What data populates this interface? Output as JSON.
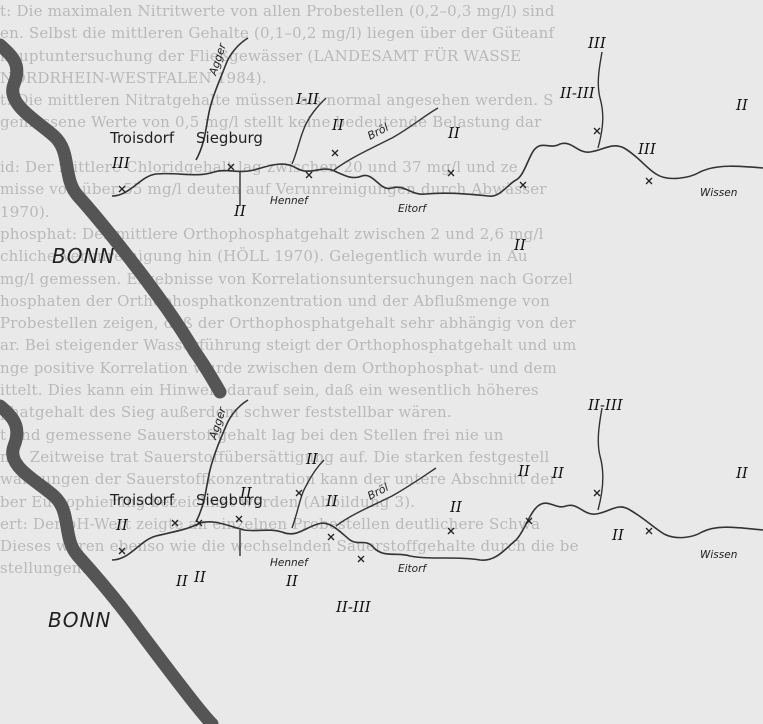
{
  "background_text": [
    "t: Die maximalen Nitritwerte von allen Probestellen (0,2–0,3 mg/l) sind",
    "en. Selbst die mittleren Gehalte (0,1–0,2 mg/l) liegen über der Güteanf",
    "nauptuntersuchung der Fließgewässer (LANDESAMT FÜR WASSE",
    "NORDRHEIN-WESTFALEN 1984).",
    "t: Die mittleren Nitratgehalte müssen als normal angesehen werden. S",
    "gemessene Werte von 0,5 mg/l stellt keine bedeutende Belastung dar",
    "",
    "id: Der mittlere Chloridgehalt lag zwischen 20 und 37 mg/l und ze",
    "misse von über 55 mg/l deuten auf Verunreinigungen durch Abwässer",
    "1970).",
    "phosphat: Der mittlere Orthophosphatgehalt zwischen 2 und 2,6 mg/l",
    "chliche Verunreinigung hin (HÖLL 1970). Gelegentlich wurde in Au",
    "mg/l gemessen. Ergebnisse von Korrelationsuntersuchungen nach Gorzel",
    "hosphaten der Orthophosphatkonzentration und der Abflußmenge von",
    "Probestellen zeigen, daß der Orthophosphatgehalt sehr abhängig von der",
    "ar. Bei steigender Wasserführung steigt der Orthophosphatgehalt und um",
    "nge positive Korrelation wurde zwischen dem Orthophosphat- und dem",
    "ittelt. Dies kann ein Hinweis darauf sein, daß ein wesentlich höheres",
    "phatgehalt des Sieg außerdem schwer feststellbar wären.",
    "t und gemessene Sauerstoffgehalt lag bei den Stellen frei nie un",
    "ng. Zeitweise trat Sauerstoffübersättigung auf. Die starken festgestell",
    "wankungen der Sauerstoffkonzentration kann der untere Abschnitt der",
    "ber Eutrophierung bezeichnet werden (Abbildung 3).",
    "ert: Der pH-Wert zeigte an einzelnen Probestellen deutlichere Schwa",
    "Dieses waren ebenso wie die wechselnden Sauerstoffgehalte durch die be",
    "stellungen."
  ],
  "maps": [
    {
      "city": "BONN",
      "places": {
        "left": "Troisdorf",
        "right": "Siegburg"
      },
      "towns": [
        "Hennef",
        "Eitorf",
        "Wissen"
      ],
      "rivers": [
        "Agger",
        "Bröl"
      ],
      "classes": [
        "III",
        "I-II",
        "II",
        "II",
        "II",
        "II",
        "II-III",
        "III",
        "III",
        "II"
      ]
    },
    {
      "city": "BONN",
      "places": {
        "left": "Troisdorf",
        "right": "Siegburg"
      },
      "towns": [
        "Hennef",
        "Eitorf",
        "Wissen"
      ],
      "rivers": [
        "Agger",
        "Bröl"
      ],
      "classes": [
        "II",
        "II",
        "II",
        "II",
        "II",
        "II",
        "II",
        "II-III",
        "II",
        "II",
        "II",
        "II-III",
        "II",
        "II"
      ]
    }
  ]
}
